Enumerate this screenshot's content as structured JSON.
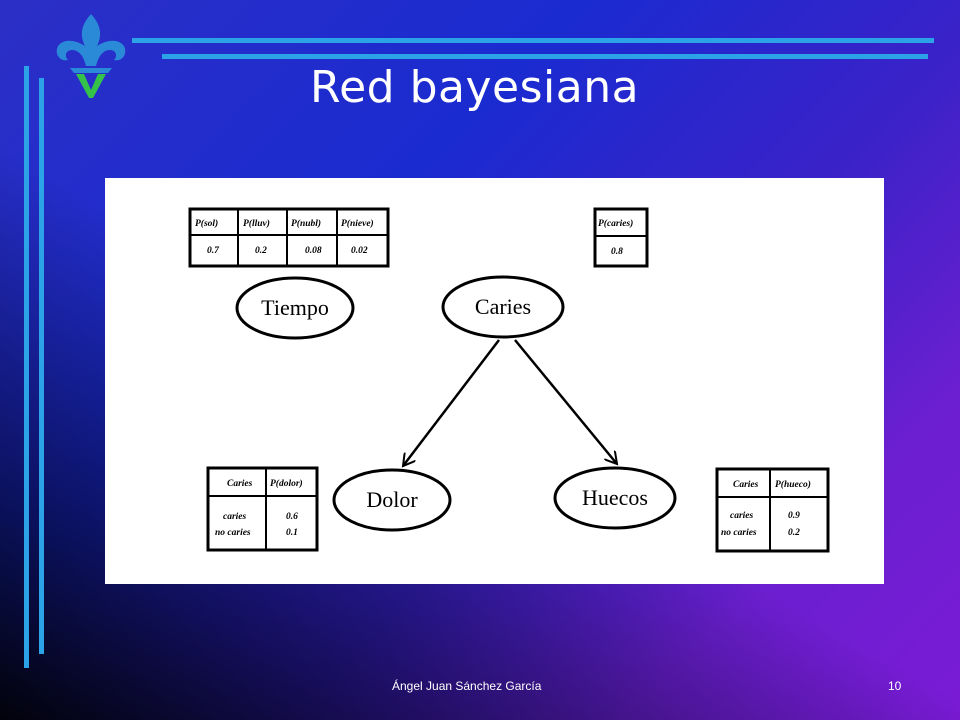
{
  "slide": {
    "title": "Red bayesiana",
    "author": "Ángel Juan Sánchez García",
    "page_number": "10",
    "colors": {
      "accent_lines": "#2ba3e6",
      "logo_blue": "#2a8ad8",
      "logo_green": "#34c24a"
    },
    "logo_icon": "fleur-de-lis-v-logo"
  },
  "diagram": {
    "nodes": {
      "tiempo": "Tiempo",
      "caries": "Caries",
      "dolor": "Dolor",
      "huecos": "Huecos"
    },
    "edges": [
      {
        "from": "Caries",
        "to": "Dolor"
      },
      {
        "from": "Caries",
        "to": "Huecos"
      }
    ],
    "tiempo_table": {
      "headers": [
        "P(sol)",
        "P(lluv)",
        "P(nubl)",
        "P(nieve)"
      ],
      "values": [
        "0.7",
        "0.2",
        "0.08",
        "0.02"
      ]
    },
    "caries_table": {
      "header": "P(caries)",
      "value": "0.8"
    },
    "dolor_table": {
      "headers": [
        "Caries",
        "P(dolor)"
      ],
      "row_labels": [
        "caries",
        "no caries"
      ],
      "row_values": [
        "0.6",
        "0.1"
      ]
    },
    "hueco_table": {
      "headers": [
        "Caries",
        "P(hueco)"
      ],
      "row_labels": [
        "caries",
        "no caries"
      ],
      "row_values": [
        "0.9",
        "0.2"
      ]
    }
  }
}
